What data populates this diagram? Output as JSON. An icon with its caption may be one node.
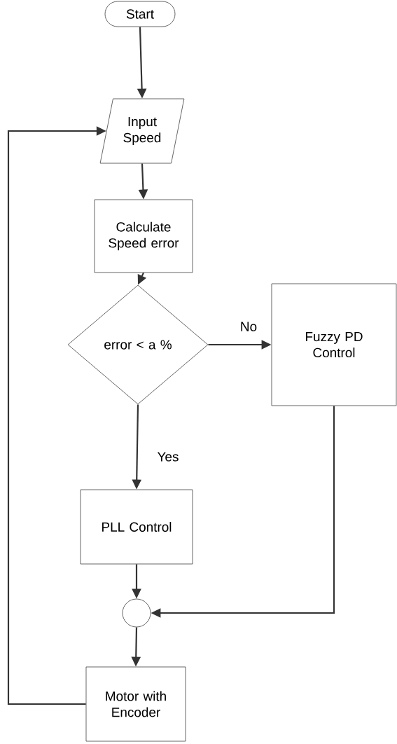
{
  "diagram": {
    "nodes": [
      {
        "text": [
          "Start"
        ]
      },
      {
        "text": [
          "Input Speed"
        ]
      },
      {
        "text": [
          "Calculate Speed error"
        ]
      },
      {
        "text": [
          "error < a %"
        ]
      },
      {
        "text": [
          "Fuzzy PD Control"
        ]
      },
      {
        "text": [
          "PLL Control"
        ]
      },
      {
        "text": [],
        "shape": "circle"
      },
      {
        "text": [
          "Motor with Encoder"
        ]
      }
    ],
    "edges": [
      {
        "from": 0,
        "to": 1,
        "arrow": "to"
      },
      {
        "from": 1,
        "to": 2,
        "arrow": "to"
      },
      {
        "from": 2,
        "to": 3,
        "arrow": "to"
      },
      {
        "from": 3,
        "to": 4,
        "arrow": "to",
        "label": "No"
      },
      {
        "from": 3,
        "to": 5,
        "arrow": "to",
        "label": "Yes"
      },
      {
        "from": 5,
        "to": 6,
        "arrow": "to"
      },
      {
        "from": 4,
        "to": 6,
        "arrow": "to"
      },
      {
        "from": 6,
        "to": 7,
        "arrow": "to"
      },
      {
        "from": 7,
        "to": 1,
        "arrow": "to"
      }
    ]
  }
}
